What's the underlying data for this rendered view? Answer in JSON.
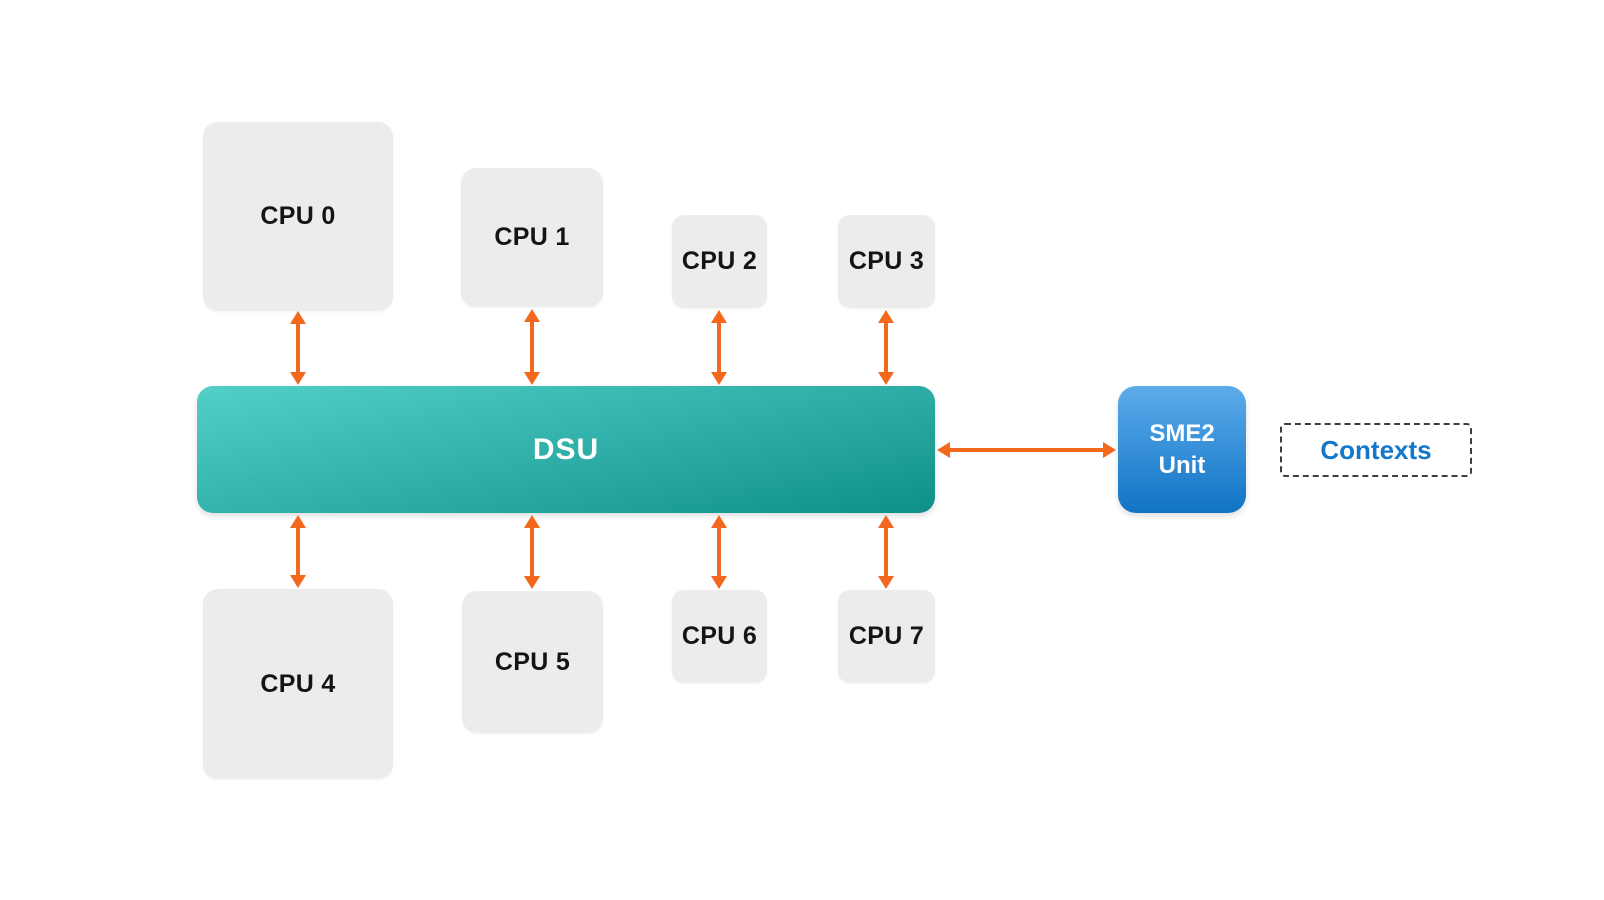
{
  "colors": {
    "background": "#ffffff",
    "cpu_box_bg": "#ececec",
    "cpu_label": "#141414",
    "dsu_top": "#52d0c8",
    "dsu_bottom": "#0e9089",
    "sme2_top": "#5caceb",
    "sme2_bottom": "#1173c5",
    "arrow": "#f2681c",
    "contexts_text": "#1577c9",
    "contexts_border": "#3e3e3e",
    "box_label": "#ffffff"
  },
  "nodes": {
    "cpus": [
      {
        "label": "CPU 0"
      },
      {
        "label": "CPU 1"
      },
      {
        "label": "CPU 2"
      },
      {
        "label": "CPU 3"
      },
      {
        "label": "CPU 4"
      },
      {
        "label": "CPU 5"
      },
      {
        "label": "CPU 6"
      },
      {
        "label": "CPU 7"
      }
    ],
    "dsu": {
      "label": "DSU"
    },
    "sme2": {
      "label": "SME2\nUnit"
    },
    "contexts": {
      "label": "Contexts"
    }
  },
  "connections": [
    {
      "from": "CPU 0",
      "to": "DSU",
      "style": "bidirectional-arrow"
    },
    {
      "from": "CPU 1",
      "to": "DSU",
      "style": "bidirectional-arrow"
    },
    {
      "from": "CPU 2",
      "to": "DSU",
      "style": "bidirectional-arrow"
    },
    {
      "from": "CPU 3",
      "to": "DSU",
      "style": "bidirectional-arrow"
    },
    {
      "from": "CPU 4",
      "to": "DSU",
      "style": "bidirectional-arrow"
    },
    {
      "from": "CPU 5",
      "to": "DSU",
      "style": "bidirectional-arrow"
    },
    {
      "from": "CPU 6",
      "to": "DSU",
      "style": "bidirectional-arrow"
    },
    {
      "from": "CPU 7",
      "to": "DSU",
      "style": "bidirectional-arrow"
    },
    {
      "from": "DSU",
      "to": "SME2 Unit",
      "style": "bidirectional-arrow"
    }
  ]
}
